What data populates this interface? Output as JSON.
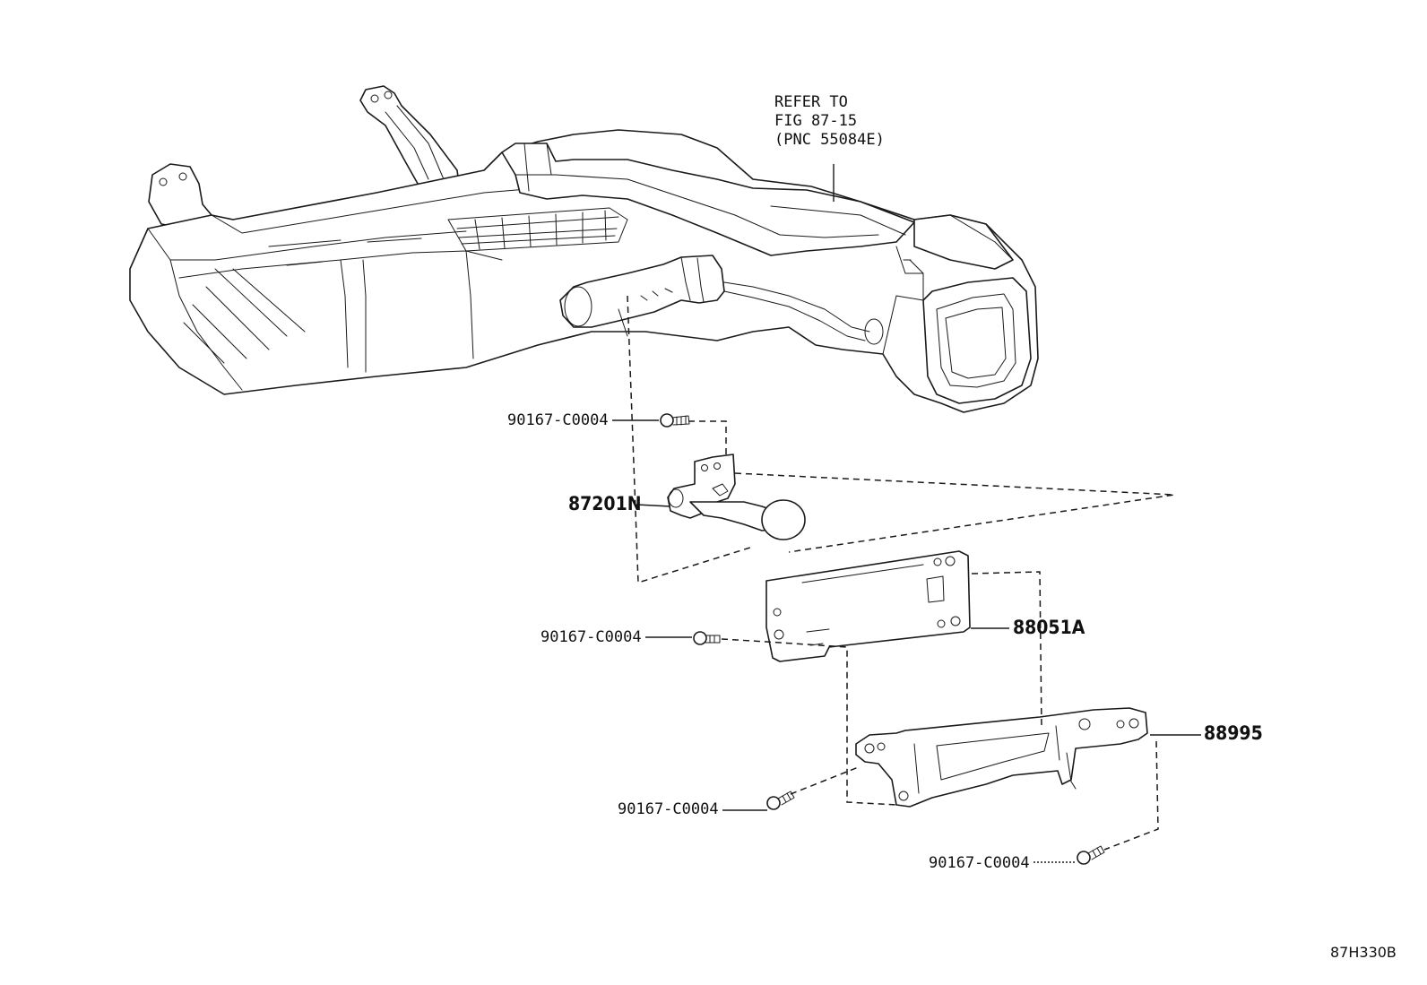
{
  "note": {
    "line1": "REFER TO",
    "line2": "FIG 87-15",
    "line3": "(PNC 55084E)"
  },
  "parts": {
    "bolt_1": "90167-C0004",
    "bolt_2": "90167-C0004",
    "bolt_3": "90167-C0004",
    "bolt_4": "90167-C0004",
    "bracket_87201N": "87201N",
    "plate_88051A": "88051A",
    "bracket_88995": "88995"
  },
  "figure_id": "87H330B"
}
